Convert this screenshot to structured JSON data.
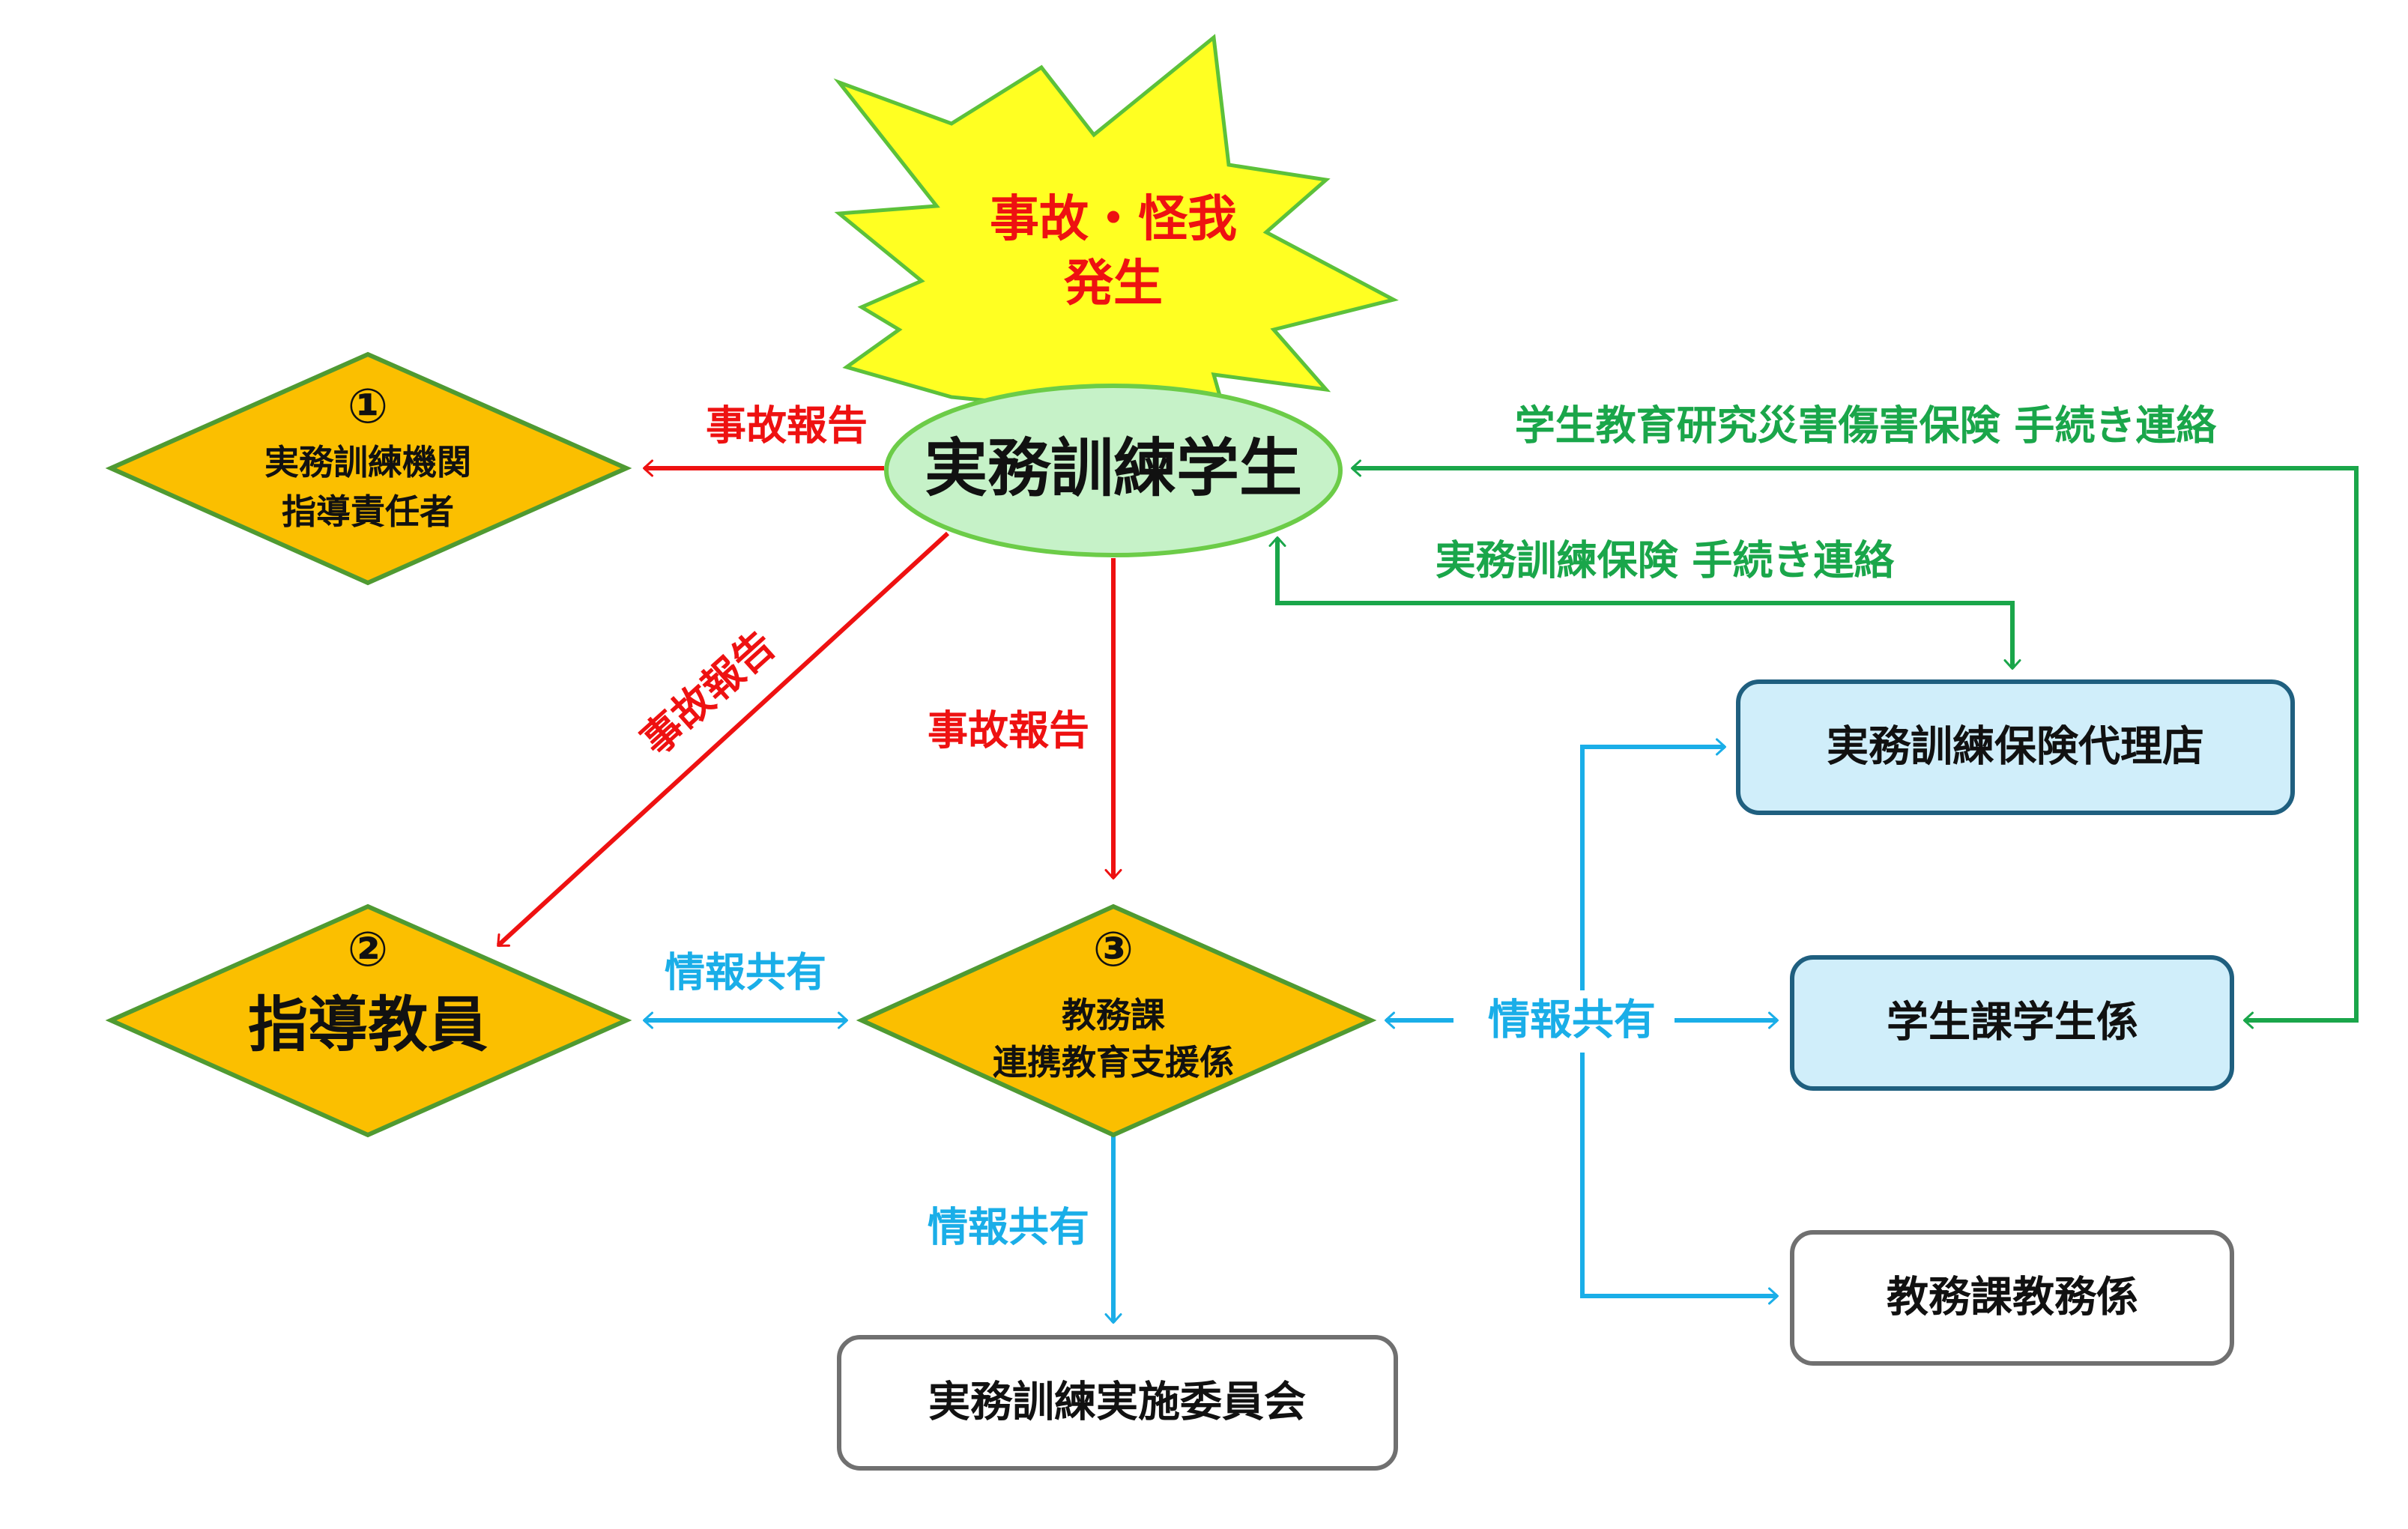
{
  "nodes": {
    "burst_line1": "事故・怪我",
    "burst_line2": "発生",
    "student": "実務訓練学生",
    "node1_number": "①",
    "node1_line1": "実務訓練機関",
    "node1_line2": "指導責任者",
    "node2_number": "②",
    "node2_label": "指導教員",
    "node3_number": "③",
    "node3_line1": "教務課",
    "node3_line2": "連携教育支援係",
    "insurance_agency": "実務訓練保険代理店",
    "student_affairs": "学生課学生係",
    "academic_affairs": "教務課教務係",
    "committee": "実務訓練実施委員会"
  },
  "edges": {
    "report_to_1": "事故報告",
    "report_to_2": "事故報告",
    "report_to_3": "事故報告",
    "share_2_3": "情報共有",
    "share_3_right": "情報共有",
    "share_3_committee": "情報共有",
    "insurance_contact": "実務訓練保険 手続き連絡",
    "disaster_insurance_contact": "学生教育研究災害傷害保険 手続き連絡"
  },
  "colors": {
    "red": "#ee1111",
    "green": "#1aa64a",
    "blue": "#1aaee8",
    "diamond_fill": "#fbbf00",
    "diamond_stroke": "#4f9a32",
    "ellipse_fill": "#c6f2c8",
    "ellipse_stroke": "#6ccc48",
    "burst_fill": "#ffff22",
    "blue_box_fill": "#d0eefa",
    "blue_box_stroke": "#1f5f7f",
    "gray_box_stroke": "#707070"
  }
}
